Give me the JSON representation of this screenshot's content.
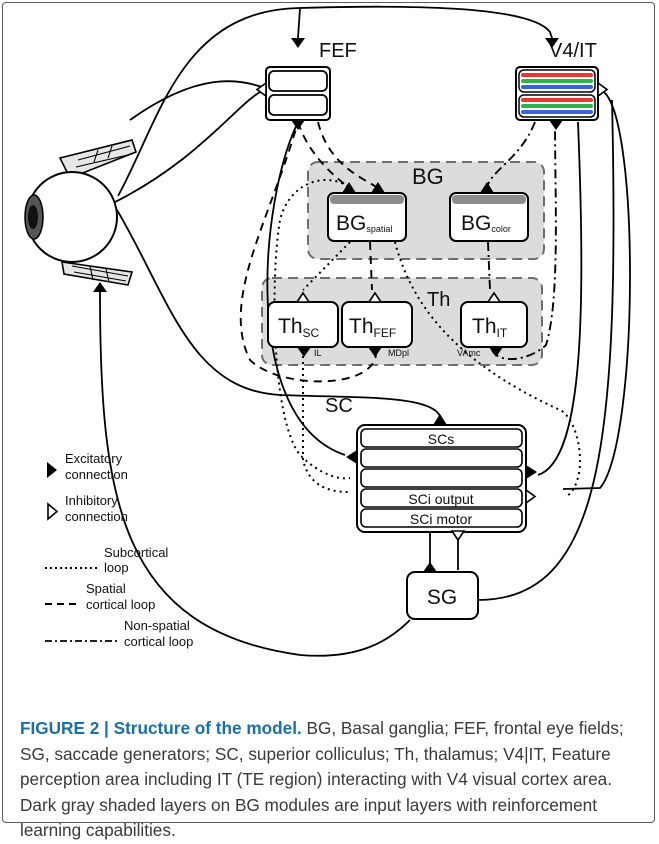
{
  "labels": {
    "fef": "FEF",
    "v4it": "V4/IT",
    "bg_group": "BG",
    "bg_spatial_main": "BG",
    "bg_spatial_sub": "spatial",
    "bg_color_main": "BG",
    "bg_color_sub": "color",
    "th_group": "Th",
    "th_sc_main": "Th",
    "th_sc_sub": "SC",
    "th_fef_main": "Th",
    "th_fef_sub": "FEF",
    "th_it_main": "Th",
    "th_it_sub": "IT",
    "il": "IL",
    "mdpl": "MDpl",
    "vamc": "VAmc",
    "sc": "SC",
    "sc_layers": [
      "SCs",
      "",
      "",
      "SCi output",
      "SCi motor"
    ],
    "sg": "SG"
  },
  "legend": {
    "excitatory_1": "Excitatory",
    "excitatory_2": "connection",
    "inhibitory_1": "Inhibitory",
    "inhibitory_2": "connection",
    "subcortical_1": "Subcortical",
    "subcortical_2": "loop",
    "spatial_1": "Spatial",
    "spatial_2": "cortical loop",
    "nonspatial_1": "Non-spatial",
    "nonspatial_2": "cortical loop"
  },
  "caption": {
    "title": "FIGURE 2 | Structure of the model.",
    "body": " BG, Basal ganglia; FEF, frontal eye fields; SG, saccade generators; SC, superior colliculus; Th, thalamus; V4|IT, Feature perception area including IT (TE region) interacting with V4 visual cortex area. Dark gray shaded layers on BG modules are input layers with reinforcement learning capabilities."
  },
  "colors": {
    "v4_stripes": [
      "#e8382f",
      "#2fb24a",
      "#3d5fe0",
      "#e8382f",
      "#2fb24a",
      "#3d5fe0"
    ],
    "group_fill": "#dcdcdc",
    "bg_input_layer": "#8c8c8c",
    "caption_title": "#1b6fa8"
  }
}
